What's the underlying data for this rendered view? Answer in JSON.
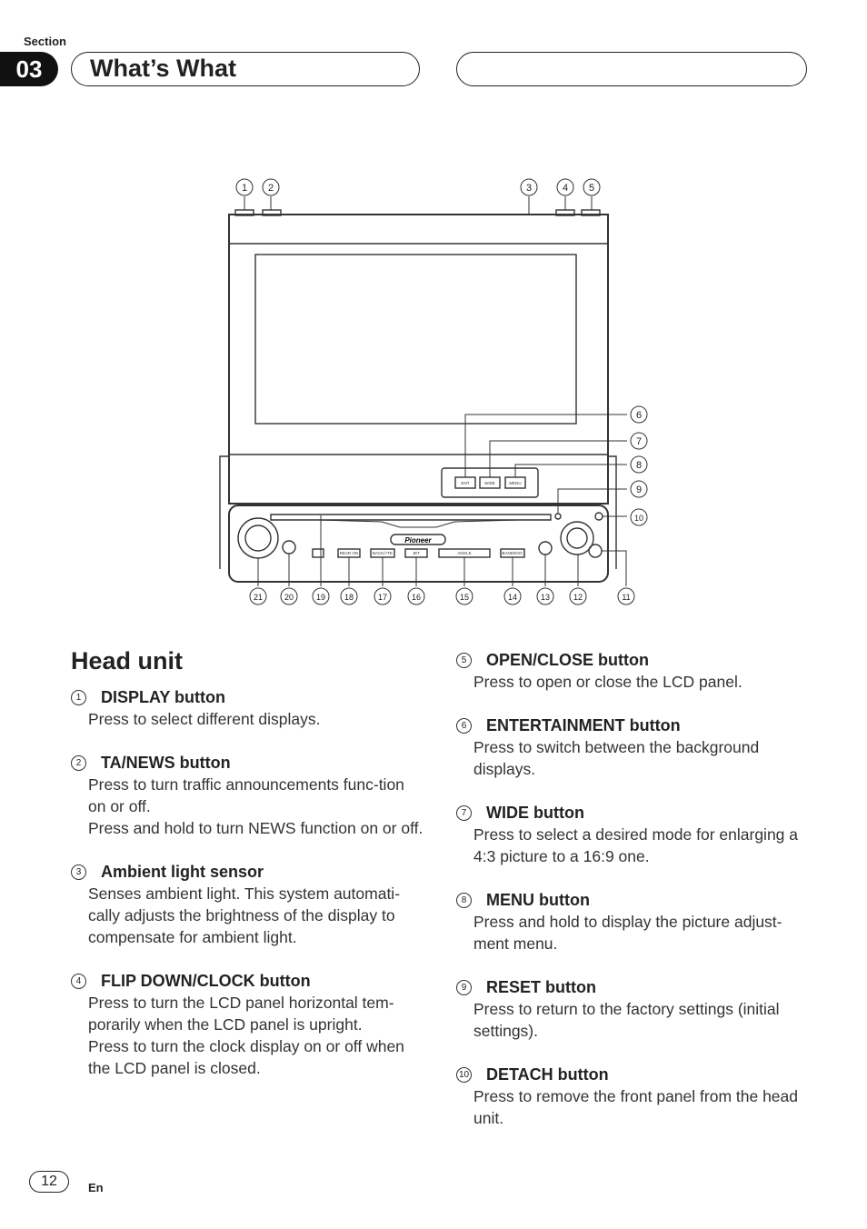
{
  "header": {
    "section_label": "Section",
    "section_number": "03",
    "title": "What’s What"
  },
  "figure": {
    "brand": "Pioneer",
    "callouts": [
      "1",
      "2",
      "3",
      "4",
      "5",
      "6",
      "7",
      "8",
      "9",
      "10",
      "11",
      "12",
      "13",
      "14",
      "15",
      "16",
      "17",
      "18",
      "19",
      "20",
      "21"
    ],
    "button_labels": {
      "ent": "ENT",
      "wide": "WIDE",
      "menu": "MENU",
      "rear_on": "REAR ON",
      "back_te": "BACK/>TE",
      "jet": "JET",
      "angle": "ANGLE",
      "band": "BAND/ESC"
    }
  },
  "heading": "Head unit",
  "items_left": [
    {
      "num": "1",
      "title": "DISPLAY button",
      "body": [
        "Press to select different displays."
      ]
    },
    {
      "num": "2",
      "title": "TA/NEWS button",
      "body": [
        "Press to turn traffic announcements func-tion on or off.",
        "Press and hold to turn NEWS function on or off."
      ]
    },
    {
      "num": "3",
      "title": "Ambient light sensor",
      "body": [
        "Senses ambient light. This system automati-cally adjusts the brightness of the display to compensate for ambient light."
      ]
    },
    {
      "num": "4",
      "title": "FLIP DOWN/CLOCK button",
      "body": [
        "Press to turn the LCD panel horizontal tem-porarily when the LCD panel is upright.",
        "Press to turn the clock display on or off when the LCD panel is closed."
      ]
    }
  ],
  "items_right": [
    {
      "num": "5",
      "title": "OPEN/CLOSE button",
      "body": [
        "Press to open or close the LCD panel."
      ]
    },
    {
      "num": "6",
      "title": "ENTERTAINMENT button",
      "body": [
        "Press to switch between the background displays."
      ]
    },
    {
      "num": "7",
      "title": "WIDE button",
      "body": [
        "Press to select a desired mode for enlarging a 4:3 picture to a 16:9 one."
      ]
    },
    {
      "num": "8",
      "title": "MENU button",
      "body": [
        "Press and hold to display the picture adjust-ment menu."
      ]
    },
    {
      "num": "9",
      "title": "RESET button",
      "body": [
        "Press to return to the factory settings (initial settings)."
      ]
    },
    {
      "num": "10",
      "title": "DETACH button",
      "body": [
        "Press to remove the front panel from the head unit."
      ]
    }
  ],
  "footer": {
    "page_number": "12",
    "language": "En"
  }
}
